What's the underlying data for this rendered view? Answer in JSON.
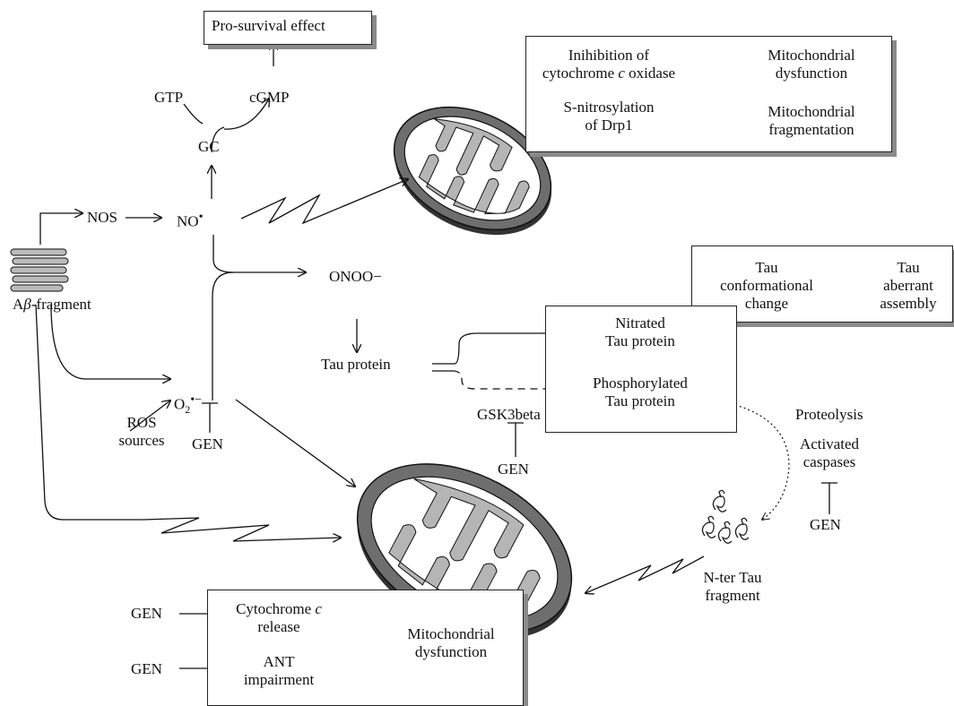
{
  "nodes": {
    "pro_survival": "Pro-survival effect",
    "gtp": "GTP",
    "cgmp": "cGMP",
    "gc": "GC",
    "nos": "NOS",
    "no": "NO",
    "onoo": "ONOO−",
    "abeta_prefix": "A",
    "abeta_beta": "β",
    "abeta_suffix": "-fragment",
    "tau_protein": "Tau protein",
    "o2": "O",
    "ros_line1": "ROS",
    "ros_line2": "sources",
    "gen": "GEN",
    "gsk3beta": "GSK3beta",
    "proteolysis": "Proteolysis",
    "activated_caspases_line1": "Activated",
    "activated_caspases_line2": "caspases",
    "nter_line1": "N-ter Tau",
    "nter_line2": "fragment"
  },
  "top_box": {
    "row1_left_line1": "Inihibition of",
    "row1_left_line2_a": "cytochrome ",
    "row1_left_line2_c": "c",
    "row1_left_line2_b": " oxidase",
    "row1_right_line1": "Mitochondrial",
    "row1_right_line2": "dysfunction",
    "row2_left_line1": "S-nitrosylation",
    "row2_left_line2": "of Drp1",
    "row2_right_line1": "Mitochondrial",
    "row2_right_line2": "fragmentation"
  },
  "tau_box": {
    "left_line1": "Tau",
    "left_line2": "conformational",
    "left_line3": "change",
    "right_line1": "Tau",
    "right_line2": "aberrant",
    "right_line3": "assembly"
  },
  "nitrated_box": {
    "nitrated_line1": "Nitrated",
    "nitrated_line2": "Tau protein",
    "phospho_line1": "Phosphorylated",
    "phospho_line2": "Tau protein"
  },
  "bottom_box": {
    "cyt_line1_a": "Cytochrome ",
    "cyt_line1_c": "c",
    "cyt_line2": "release",
    "ant_line1": "ANT",
    "ant_line2": "impairment",
    "mito_line1": "Mitochondrial",
    "mito_line2": "dysfunction"
  },
  "colors": {
    "mito_outer": "#6e6e6e",
    "mito_inner_fill": "#b5b5b5",
    "line": "#111111",
    "shadow": "#8a8a8a"
  }
}
